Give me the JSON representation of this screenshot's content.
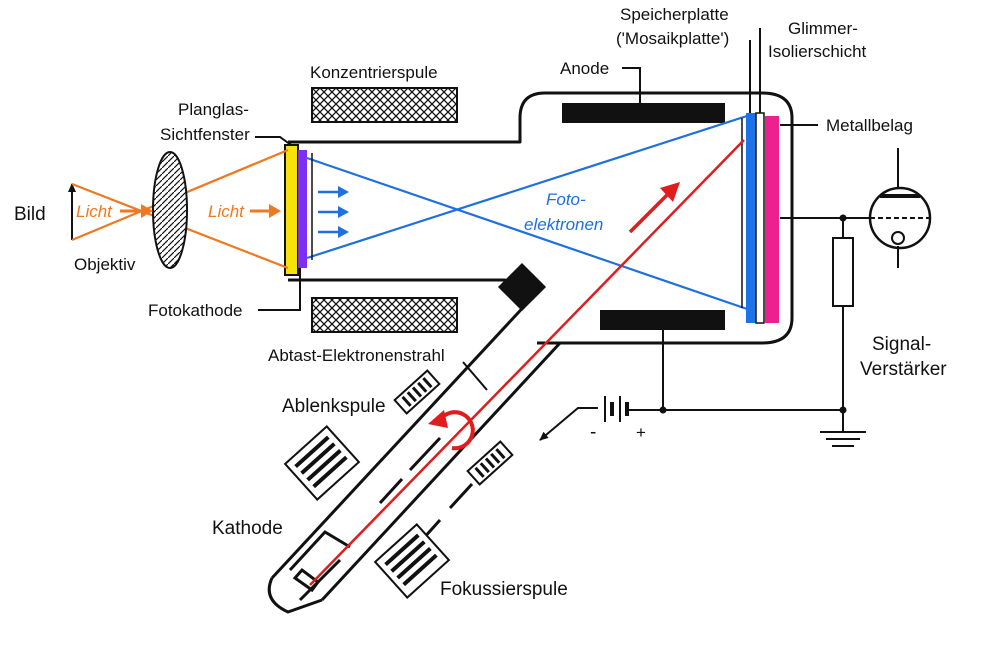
{
  "colors": {
    "light": "#f07820",
    "electrons": "#1f6fe0",
    "beam": "#e01c1c",
    "mosaic": "#1a73e8",
    "metal": "#ee1f8f",
    "photocathode": "#7b2ff0",
    "window": "#f4e20a",
    "ink": "#111111"
  },
  "labels": {
    "bild": "Bild",
    "licht_left": "Licht",
    "licht_right": "Licht",
    "objektiv": "Objektiv",
    "planglas_1": "Planglas-",
    "planglas_2": "Sichtfenster",
    "fotokathode": "Fotokathode",
    "konzentrierspule": "Konzentrierspule",
    "anode": "Anode",
    "speicherplatte_1": "Speicherplatte",
    "speicherplatte_2": "('Mosaikplatte')",
    "glimmer_1": "Glimmer-",
    "glimmer_2": "Isolierschicht",
    "metallbelag": "Metallbelag",
    "fotoelektronen_1": "Foto-",
    "fotoelektronen_2": "elektronen",
    "abtast": "Abtast-Elektronenstrahl",
    "ablenkspule": "Ablenkspule",
    "kathode": "Kathode",
    "fokussierspule": "Fokussierspule",
    "signal_1": "Signal-",
    "signal_2": "Verstärker",
    "minus": "-",
    "plus": "+"
  }
}
